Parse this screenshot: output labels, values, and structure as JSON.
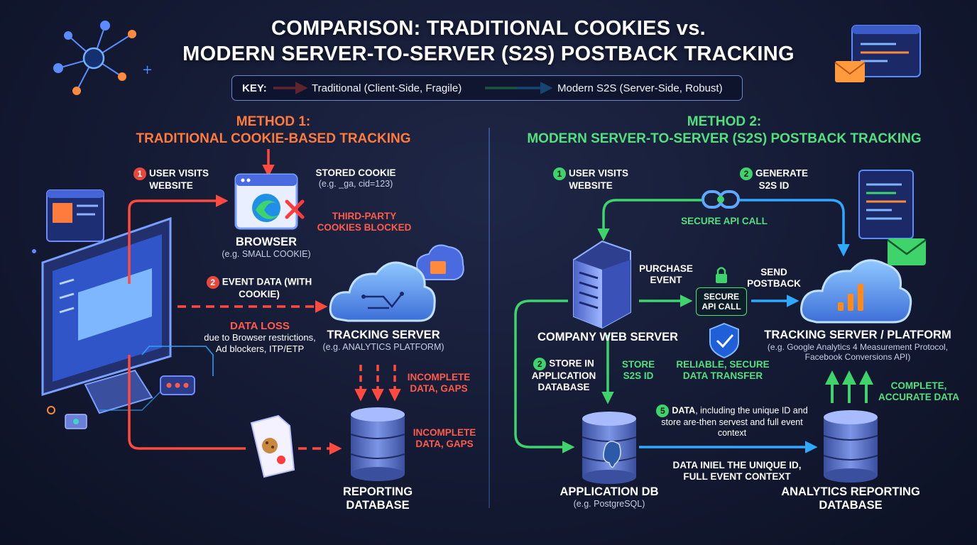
{
  "title": {
    "line1": "COMPARISON: TRADITIONAL COOKIES vs.",
    "line2": "MODERN SERVER-TO-SERVER (S2S) POSTBACK TRACKING"
  },
  "key": {
    "label": "KEY:",
    "traditional": "Traditional (Client-Side, Fragile)",
    "modern": "Modern S2S (Server-Side, Robust)"
  },
  "method1": {
    "heading": "METHOD 1:",
    "name": "TRADITIONAL COOKIE-BASED TRACKING",
    "step1_num": "1",
    "step1_label": "USER VISITS WEBSITE",
    "stored_cookie_title": "STORED COOKIE",
    "stored_cookie_example": "(e.g. _ga, cid=123)",
    "third_party_blocked": "THIRD-PARTY COOKIES BLOCKED",
    "browser_title": "BROWSER",
    "browser_sub": "(e.g. SMALL COOKIE)",
    "step2_num": "2",
    "step2_label": "EVENT DATA (WITH COOKIE)",
    "data_loss_title": "DATA LOSS",
    "data_loss_desc": "due to Browser restrictions, Ad blockers, ITP/ETP",
    "tracking_server_title": "TRACKING SERVER",
    "tracking_server_sub": "(e.g. ANALYTICS PLATFORM)",
    "incomplete_1": "INCOMPLETE DATA, GAPS",
    "incomplete_2": "INCOMPLETE DATA, GAPS",
    "reporting_db_title": "REPORTING DATABASE"
  },
  "method2": {
    "heading": "METHOD 2:",
    "name": "MODERN SERVER-TO-SERVER (S2S) POSTBACK TRACKING",
    "step1_num": "1",
    "step1_label": "USER VISITS WEBSITE",
    "step2_num": "2",
    "step2_label": "GENERATE S2S ID",
    "secure_api_call_top": "SECURE API CALL",
    "purchase_event": "PURCHASE EVENT",
    "secure_api_call_box": "SECURE API CALL",
    "send_postback": "SEND POSTBACK",
    "company_server_title": "COMPANY WEB SERVER",
    "tracking_platform_title": "TRACKING SERVER / PLATFORM",
    "tracking_platform_sub": "(e.g. Google Analytics 4 Measurement Protocol, Facebook Conversions API)",
    "store_num": "2",
    "store_label": "STORE IN APPLICATION DATABASE",
    "store_s2s_id": "STORE S2S ID",
    "reliable_transfer": "RELIABLE, SECURE DATA TRANSFER",
    "complete_accurate": "COMPLETE, ACCURATE DATA",
    "step5_num": "5",
    "step5_bold": "DATA",
    "step5_rest": ", including the unique ID and store are-then servest and full event context",
    "data_inel": "DATA INIEL THE UNIQUE ID, FULL EVENT CONTEXT",
    "app_db_title": "APPLICATION DB",
    "app_db_sub": "(e.g. PostgreSQL)",
    "analytics_db_title": "ANALYTICS REPORTING DATABASE"
  },
  "colors": {
    "traditional": "#ff4a3d",
    "modern_green": "#3ed46b",
    "modern_blue": "#2fa8ff",
    "method1_heading": "#ff7a3d",
    "method2_heading": "#52e07e"
  }
}
